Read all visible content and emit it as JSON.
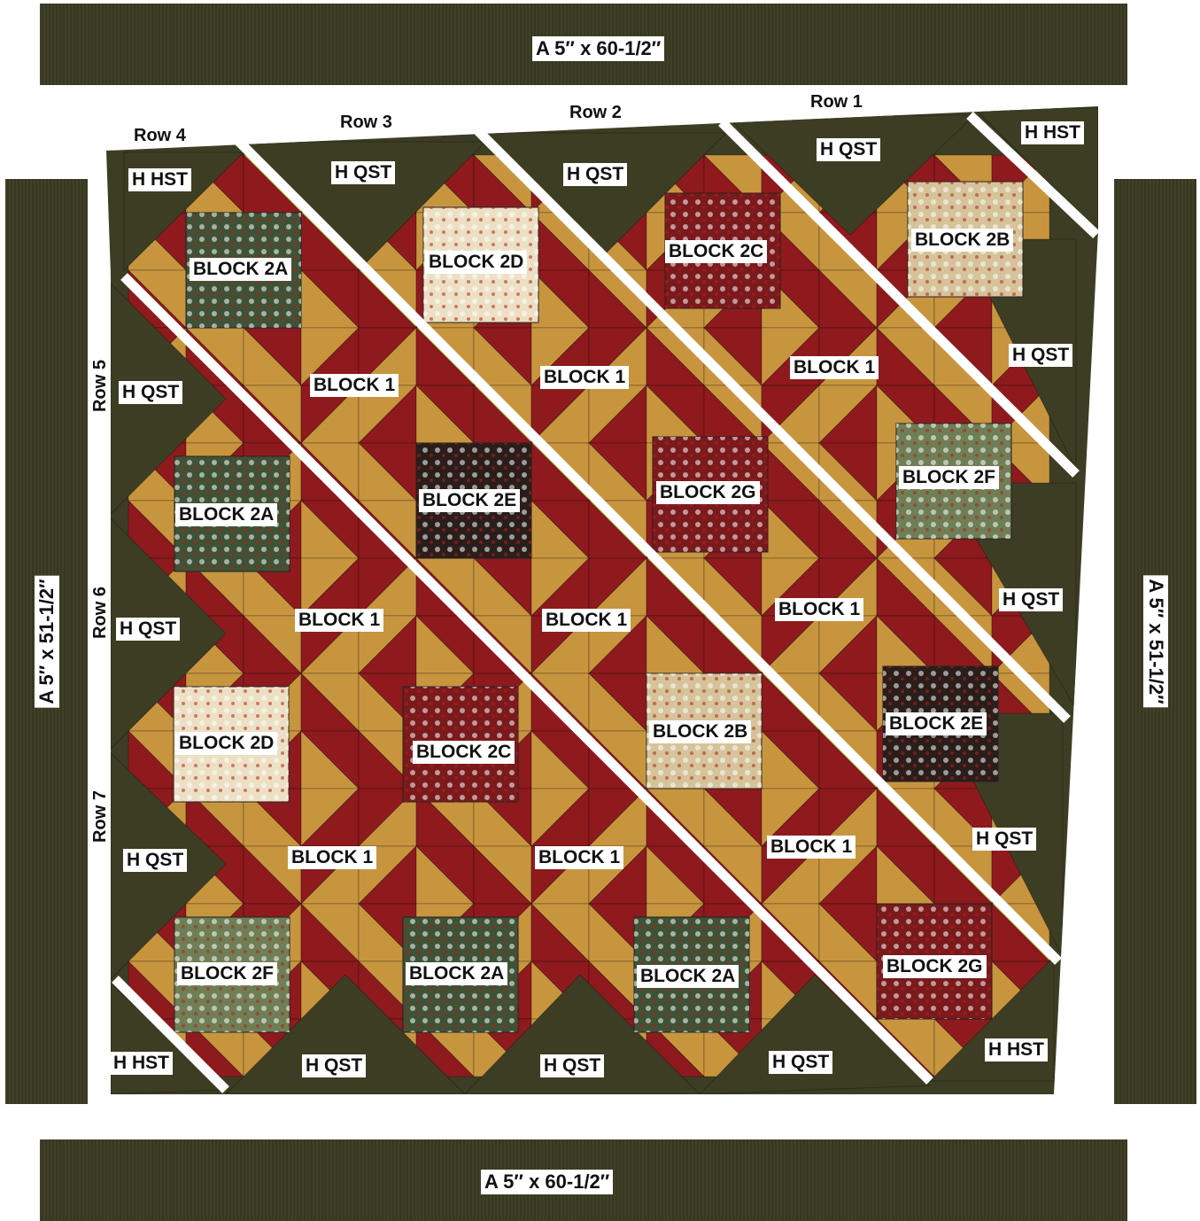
{
  "borders": {
    "top": "A 5″ x 60-1/2″",
    "bottom": "A 5″ x 60-1/2″",
    "left": "A 5″ x 51-1/2″",
    "right": "A 5″ x 51-1/2″"
  },
  "rows": [
    "Row 1",
    "Row 2",
    "Row 3",
    "Row 4",
    "Row 5",
    "Row 6",
    "Row 7"
  ],
  "labels": {
    "hst": "H HST",
    "qst": "H QST",
    "block1": "BLOCK 1",
    "b2a": "BLOCK 2A",
    "b2b": "BLOCK 2B",
    "b2c": "BLOCK 2C",
    "b2d": "BLOCK 2D",
    "b2e": "BLOCK 2E",
    "b2f": "BLOCK 2F",
    "b2g": "BLOCK 2G"
  },
  "colors": {
    "border": "#3a3a22",
    "dark": "#3d3d24",
    "gold": "#c8953f",
    "red": "#8e1a1e",
    "green_print": "#3f5236",
    "cream_print": "#ece0c4",
    "tan_print": "#d5c39a",
    "redprint": "#7a1a1c",
    "black_print": "#2a1e1a",
    "sage_print": "#6f7f55"
  }
}
